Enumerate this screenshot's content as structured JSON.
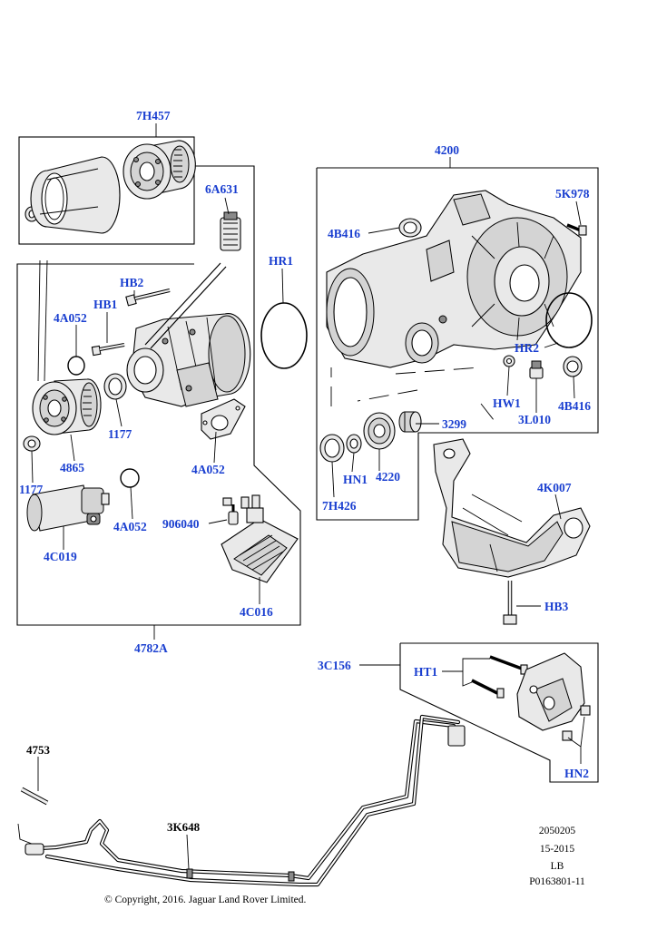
{
  "labels": {
    "7H457": "7H457",
    "6A631": "6A631",
    "4200": "4200",
    "5K978": "5K978",
    "4B416_top": "4B416",
    "HR1": "HR1",
    "HB2": "HB2",
    "HB1": "HB1",
    "4A052_left": "4A052",
    "1177_mid": "1177",
    "4865": "4865",
    "1177_left": "1177",
    "4A052_mid": "4A052",
    "4A052_low": "4A052",
    "906040": "906040",
    "4C019": "4C019",
    "4C016": "4C016",
    "4782A": "4782A",
    "HR2": "HR2",
    "HW1": "HW1",
    "3L010": "3L010",
    "4B416_right": "4B416",
    "3299": "3299",
    "HN1": "HN1",
    "4220": "4220",
    "7H426": "7H426",
    "4K007": "4K007",
    "HB3": "HB3",
    "3C156": "3C156",
    "HT1": "HT1",
    "HN2": "HN2",
    "4753": "4753",
    "3K648": "3K648"
  },
  "meta": {
    "line1": "2050205",
    "line2": "15-2015",
    "line3": "LB",
    "line4": "P0163801-11"
  },
  "copyright": "© Copyright, 2016. Jaguar Land Rover Limited."
}
